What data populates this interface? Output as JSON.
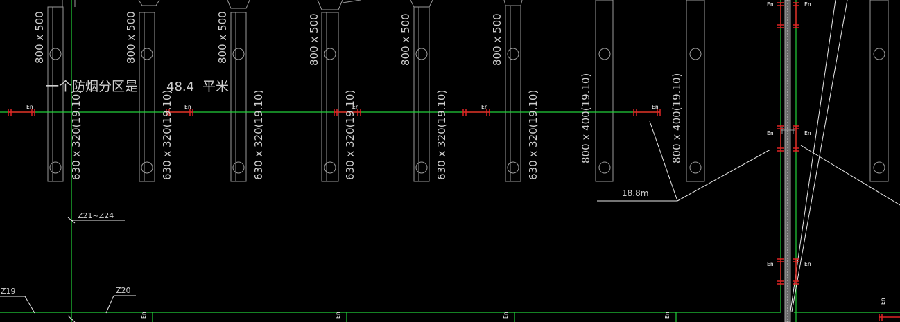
{
  "drawing": {
    "area_note": "一个防烟分区是",
    "area_value": "48.4",
    "area_unit": "平米",
    "height_mark": "18.8m",
    "riser_tag": "Z21~Z24",
    "tag_z19": "Z19",
    "tag_z20": "Z20",
    "damper_code": "En",
    "colors": {
      "background": "#000000",
      "pipe": "#22d03a",
      "duct": "#9a9a9a",
      "damper": "#e02424",
      "text": "#cfcfcf"
    },
    "top_labels": [
      "800 x 500",
      "800 x 500",
      "800 x 500",
      "800 x 500",
      "800 x 500",
      "800 x 500"
    ],
    "lower_labels": [
      "630 x 320(19.10)",
      "630 x 320(19.10)",
      "630 x 320(19.10)",
      "630 x 320(19.10)",
      "630 x 320(19.10)",
      "630 x 320(19.10)",
      "800 x 400(19.10)",
      "800 x 400(19.10)"
    ]
  }
}
